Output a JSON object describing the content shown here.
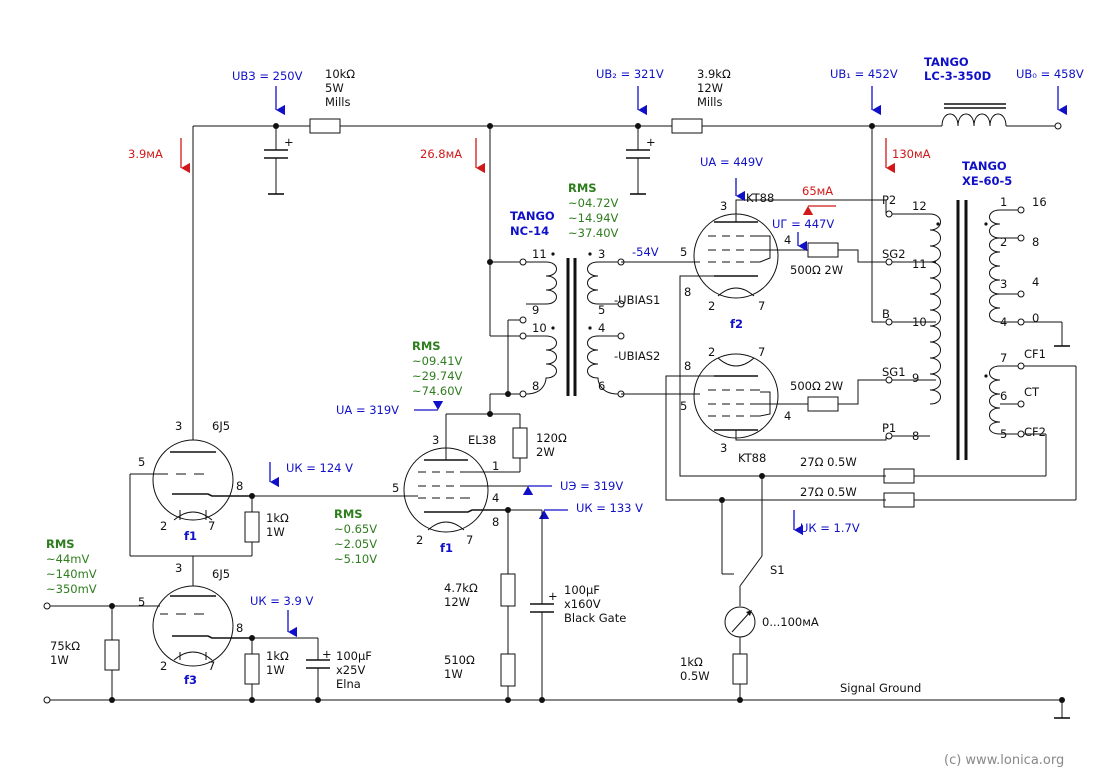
{
  "voltages": {
    "ub3": "UВЗ = 250V",
    "ub2": "UВ₂ = 321V",
    "ub1": "UВ₁ = 452V",
    "ub0": "UВ₀ = 458V",
    "ua_kt88": "UА = 449V",
    "ug_kt88": "UГ = 447V",
    "ua_el38": "UА = 319V",
    "ue_el38": "UЭ = 319V",
    "uk_el38": "UК = 133 V",
    "uk_6j5_top": "UК = 124 V",
    "uk_6j5_bot": "UК = 3.9 V",
    "uk_kt88": "UК = 1.7V",
    "bias_neg": "-54V",
    "ubias1": "-UВIAS1",
    "ubias2": "-UВIAS2"
  },
  "currents": {
    "i1": "3.9мA",
    "i2": "26.8мA",
    "i3": "130мA",
    "i4": "65мA"
  },
  "components": {
    "r_10k": [
      "10kΩ",
      "5W",
      "Mills"
    ],
    "r_39k": [
      "3.9kΩ",
      "12W",
      "Mills"
    ],
    "choke": [
      "TANGO",
      "LC-3-350D"
    ],
    "xfmr_nc14": [
      "TANGO",
      "NC-14"
    ],
    "xfmr_xe60": [
      "TANGO",
      "XE-60-5"
    ],
    "r_120": [
      "120Ω",
      "2W"
    ],
    "r_1k_a": [
      "1kΩ",
      "1W"
    ],
    "r_1k_b": [
      "1kΩ",
      "1W"
    ],
    "r_75k": [
      "75kΩ",
      "1W"
    ],
    "c_100u_25": [
      "100µF",
      "x25V",
      "Elna"
    ],
    "r_47k": [
      "4.7kΩ",
      "12W"
    ],
    "r_510": [
      "510Ω",
      "1W"
    ],
    "c_100u_160": [
      "100µF",
      "x160V",
      "Black Gate"
    ],
    "r_500_a": "500Ω  2W",
    "r_500_b": "500Ω  2W",
    "r_27_a": "27Ω 0.5W",
    "r_27_b": "27Ω 0.5W",
    "r_1k_meter": [
      "1kΩ",
      "0.5W"
    ],
    "meter": "0...100мA",
    "switch": "S1"
  },
  "tubes": {
    "t6j5_top": "6J5",
    "t6j5_bot": "6J5",
    "el38": "EL38",
    "kt88_top": "KT88",
    "kt88_bot": "KT88"
  },
  "rms": {
    "input": {
      "title": "RMS",
      "values": [
        "~44mV",
        "~140mV",
        "~350mV"
      ]
    },
    "stage1": {
      "title": "RMS",
      "values": [
        "~0.65V",
        "~2.05V",
        "~5.10V"
      ]
    },
    "stage2": {
      "title": "RMS",
      "values": [
        "~09.41V",
        "~29.74V",
        "~74.60V"
      ]
    },
    "grid": {
      "title": "RMS",
      "values": [
        "~04.72V",
        "~14.94V",
        "~37.40V"
      ]
    }
  },
  "out_taps": {
    "secondary": [
      "1",
      "2",
      "3",
      "4"
    ],
    "secondary_vals": [
      "16",
      "8",
      "4",
      "0"
    ],
    "cf": [
      "CF1",
      "CT",
      "CF2"
    ],
    "cf_pins": [
      "7",
      "6",
      "5"
    ],
    "primary": [
      "P2",
      "SG2",
      "B",
      "SG1",
      "P1"
    ],
    "primary_pins": [
      "12",
      "11",
      "10",
      "9",
      "8"
    ]
  },
  "labels": {
    "signal_ground": "Signal Ground",
    "copyright": "(c) www.lonica.org",
    "f1a": "f1",
    "f1b": "f1",
    "f2": "f2",
    "f3": "f3"
  }
}
